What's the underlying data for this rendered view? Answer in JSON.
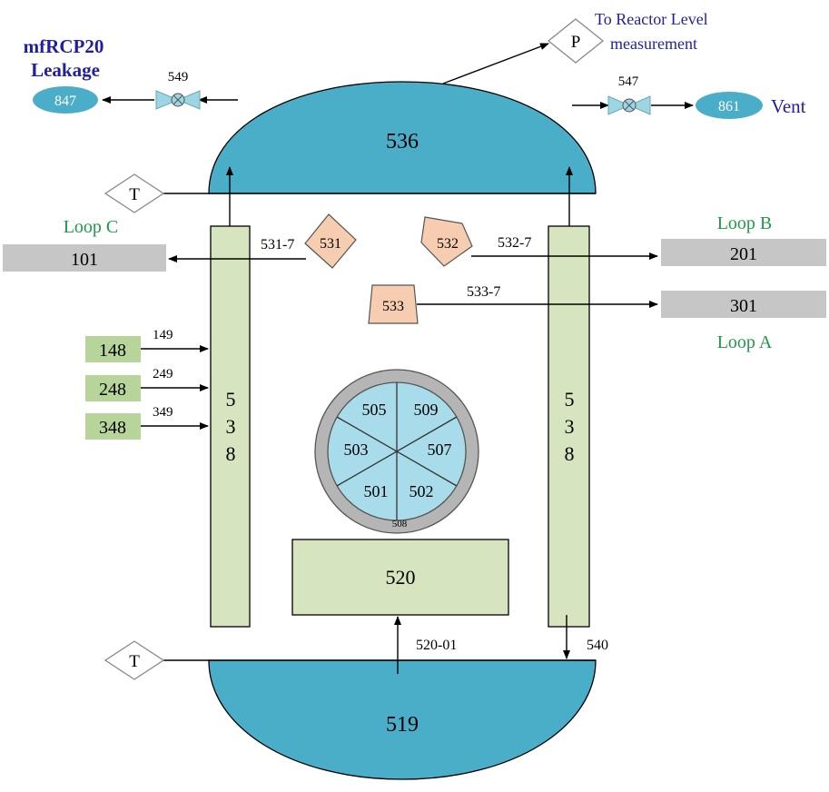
{
  "colors": {
    "vessel": "#4baec9",
    "column": "#d6e4c0",
    "inlet_box": "#b7d49a",
    "loop_box": "#c6c6c6",
    "orange": "#f6cdb0",
    "core_fill": "#a9dcea",
    "core_ring": "#b5b5b5",
    "valve": "#9dd5e4",
    "blue_text": "#1f1fa0",
    "green_text": "#1e9a4a"
  },
  "upper_head": {
    "label": "536"
  },
  "lower_head": {
    "label": "519"
  },
  "downcomer_left": {
    "label": [
      "5",
      "3",
      "8"
    ]
  },
  "downcomer_right": {
    "label": [
      "5",
      "3",
      "8"
    ]
  },
  "lower_plenum_box": {
    "label": "520"
  },
  "core": {
    "ring_label": "508",
    "sectors": [
      "505",
      "509",
      "503",
      "507",
      "501",
      "502"
    ]
  },
  "outlets": {
    "left_block": "531",
    "right_block": "532",
    "center_block": "533",
    "pipe_c": "531-7",
    "pipe_b": "532-7",
    "pipe_a": "533-7"
  },
  "loops": {
    "c": {
      "name": "Loop C",
      "box": "101"
    },
    "b": {
      "name": "Loop B",
      "box": "201"
    },
    "a": {
      "name": "Loop A",
      "box": "301"
    }
  },
  "inlets": [
    {
      "box": "148",
      "pipe": "149"
    },
    {
      "box": "248",
      "pipe": "249"
    },
    {
      "box": "348",
      "pipe": "349"
    }
  ],
  "top": {
    "leak_title_1": "mfRCP20",
    "leak_title_2": "Leakage",
    "leak_node": "847",
    "leak_valve": "549",
    "vent_valve": "547",
    "vent_node": "861",
    "vent_label": "Vent",
    "pressure_symbol": "P",
    "pressure_text_1": "To Reactor Level",
    "pressure_text_2": "measurement"
  },
  "temp_symbol_top": "T",
  "temp_symbol_bottom": "T",
  "bottom_pipes": {
    "lower_plenum": "520-01",
    "downcomer_return": "540"
  }
}
